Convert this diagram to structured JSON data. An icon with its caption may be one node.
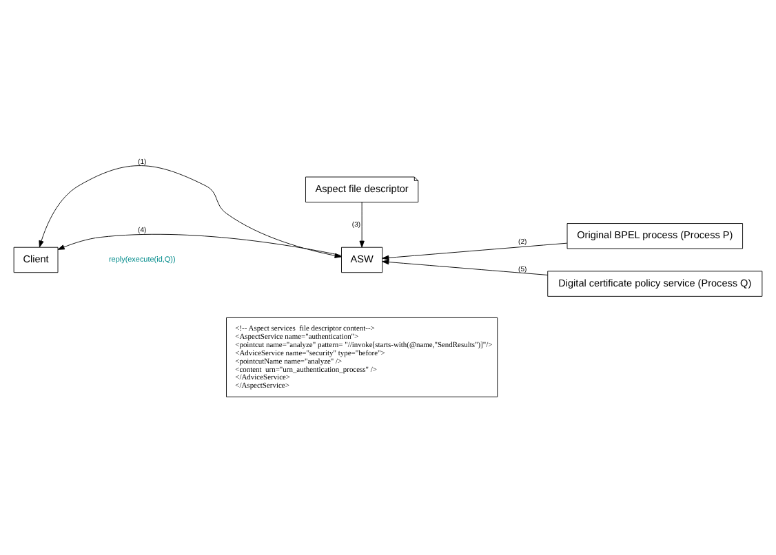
{
  "diagram": {
    "nodes": [
      {
        "text": [
          "Aspect file descriptor"
        ]
      },
      {
        "text": [
          "Client"
        ]
      },
      {
        "text": [
          "ASW"
        ]
      },
      {
        "text": [
          "Original BPEL process (Process P)"
        ]
      },
      {
        "text": [
          "Digital certificate policy service (Process Q)"
        ]
      },
      {
        "text": [
          "<!-- Aspect services  file descriptor content-->",
          "<AspectService name=\"authentication\">",
          "<pointcut name=\"analyze\" pattern= \"//invoke[starts-with(@name,\"SendResults\")]\"/>",
          "<AdviceService name=\"security\" type=\"before\">",
          "<pointcutName name=\"analyze\" />",
          "<content  urn=\"urn_authentication_process\" />",
          "</AdviceService>",
          "</AspectService>"
        ]
      }
    ],
    "edges": [
      {
        "from": 0,
        "to": 2,
        "arrow": "to",
        "label": "(3)"
      },
      {
        "from": 1,
        "to": 2,
        "arrow": "both",
        "label": "(1)"
      },
      {
        "from": 2,
        "to": 1,
        "arrow": "to",
        "label": "(4)"
      },
      {
        "from": 3,
        "to": 2,
        "arrow": "to",
        "label": "(2)"
      },
      {
        "from": 4,
        "to": 2,
        "arrow": "to",
        "label": "(5)"
      }
    ],
    "labels": [
      "reply(execute(id,Q))"
    ]
  }
}
